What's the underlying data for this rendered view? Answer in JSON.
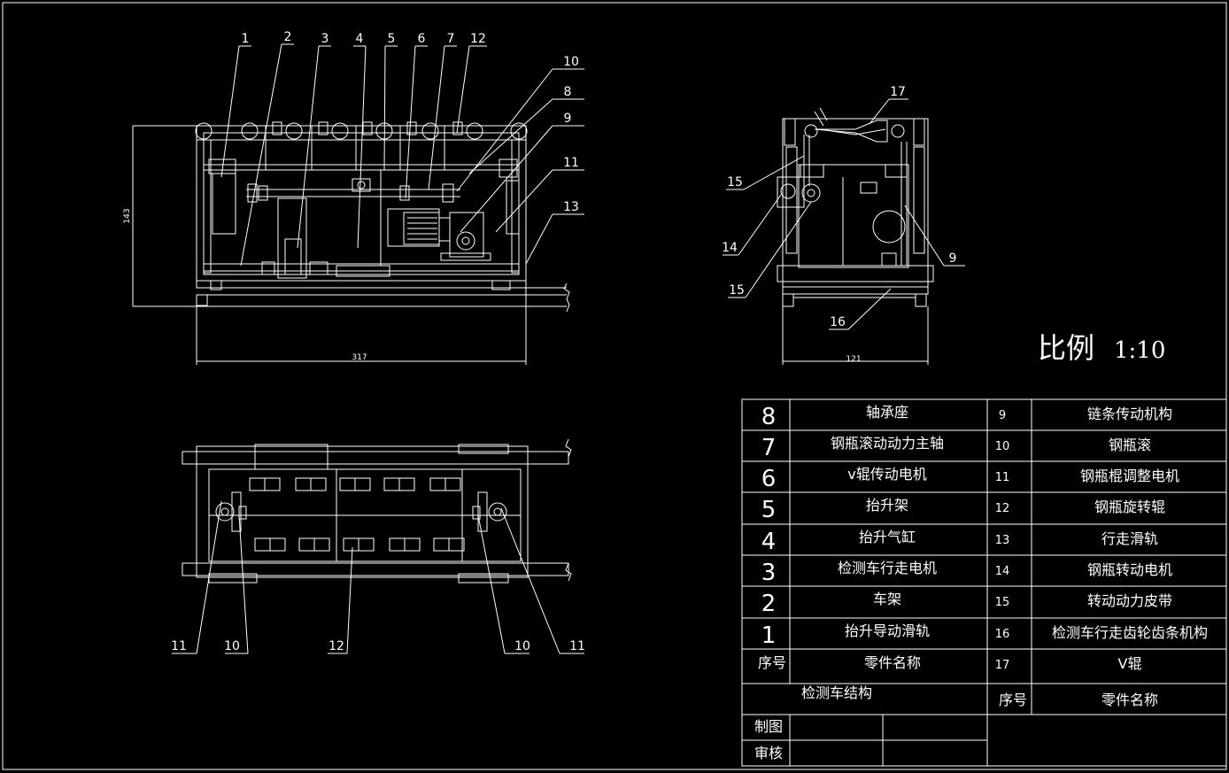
{
  "front_view": {
    "callouts": [
      "1",
      "2",
      "3",
      "4",
      "5",
      "6",
      "7",
      "12",
      "10",
      "8",
      "9",
      "11",
      "13"
    ],
    "dim_width": "317",
    "dim_height": "143"
  },
  "side_view": {
    "callouts": [
      "17",
      "15",
      "14",
      "15",
      "16",
      "9"
    ],
    "dim_width": "121"
  },
  "top_view": {
    "callouts": [
      "11",
      "10",
      "12",
      "10",
      "11"
    ]
  },
  "scale": {
    "label": "比例",
    "value": "1:10"
  },
  "bom": {
    "left": [
      {
        "no": "8",
        "name": "轴承座"
      },
      {
        "no": "7",
        "name": "钢瓶滚动动力主轴"
      },
      {
        "no": "6",
        "name": "v辊传动电机"
      },
      {
        "no": "5",
        "name": "抬升架"
      },
      {
        "no": "4",
        "name": "抬升气缸"
      },
      {
        "no": "3",
        "name": "检测车行走电机"
      },
      {
        "no": "2",
        "name": "车架"
      },
      {
        "no": "1",
        "name": "抬升导动滑轨"
      }
    ],
    "right": [
      {
        "no": "9",
        "name": "链条传动机构"
      },
      {
        "no": "10",
        "name": "钢瓶滚"
      },
      {
        "no": "11",
        "name": "钢瓶棍调整电机"
      },
      {
        "no": "12",
        "name": "钢瓶旋转辊"
      },
      {
        "no": "13",
        "name": "行走滑轨"
      },
      {
        "no": "14",
        "name": "钢瓶转动电机"
      },
      {
        "no": "15",
        "name": "转动动力皮带"
      },
      {
        "no": "16",
        "name": "检测车行走齿轮齿条机构"
      },
      {
        "no": "17",
        "name": "V辊"
      }
    ],
    "header_no": "序号",
    "header_name": "零件名称",
    "header_no_right": "序号",
    "header_name_right": "零件名称",
    "title": "检测车结构",
    "drawn_by": "制图",
    "checked_by": "审核"
  }
}
